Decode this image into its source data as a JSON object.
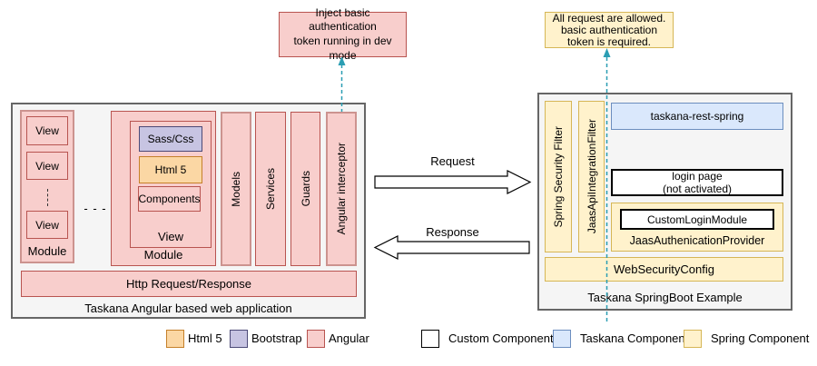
{
  "colors": {
    "angular_fill": "#f8cecc",
    "angular_border": "#b85450",
    "html5_fill": "#fbd7a4",
    "html5_border": "#c5802a",
    "bootstrap_fill": "#c7c4e2",
    "bootstrap_border": "#4c4a77",
    "taskana_fill": "#dae8fc",
    "taskana_border": "#6c8ebf",
    "spring_fill": "#fff2cc",
    "spring_border": "#d6b656",
    "custom_fill": "#ffffff",
    "custom_border": "#000000",
    "container_fill": "#f5f5f5",
    "container_border": "#666666",
    "dashed_connector": "#2b9eb3"
  },
  "callouts": {
    "dev_mode": "Inject basic authentication\ntoken running in dev\nmode",
    "auth_required": "All request are allowed.\nbasic authentication\ntoken is required."
  },
  "angular_app": {
    "title": "Taskana Angular based web application",
    "module1": {
      "label": "Module",
      "views": [
        "View",
        "View",
        "View"
      ]
    },
    "ellipsis": "- - -",
    "module2": {
      "label": "Module",
      "view": {
        "label": "View",
        "sass": "Sass/Css",
        "html5": "Html 5",
        "components": "Components"
      }
    },
    "bars": [
      "Models",
      "Services",
      "Guards",
      "Angular interceptor"
    ],
    "http_bar": "Http Request/Response"
  },
  "springboot": {
    "title": "Taskana SpringBoot Example",
    "filters": [
      "Spring Security Filter",
      "JaasApiIntegrationFilter"
    ],
    "taskana_rest": "taskana-rest-spring",
    "login_page": "login page\n(not activated)",
    "custom_login_module": "CustomLoginModule",
    "jaas_provider": "JaasAuthenicationProvider",
    "web_security_config": "WebSecurityConfig"
  },
  "flow": {
    "request": "Request",
    "response": "Response"
  },
  "legend": {
    "items": [
      {
        "label": "Html 5",
        "fill": "#fbd7a4",
        "border": "#c5802a"
      },
      {
        "label": "Bootstrap",
        "fill": "#c7c4e2",
        "border": "#4c4a77"
      },
      {
        "label": "Angular",
        "fill": "#f8cecc",
        "border": "#b85450"
      },
      {
        "label": "Custom Component",
        "fill": "#ffffff",
        "border": "#000000"
      },
      {
        "label": "Taskana Component",
        "fill": "#dae8fc",
        "border": "#6c8ebf"
      },
      {
        "label": "Spring Component",
        "fill": "#fff2cc",
        "border": "#d6b656"
      }
    ]
  }
}
